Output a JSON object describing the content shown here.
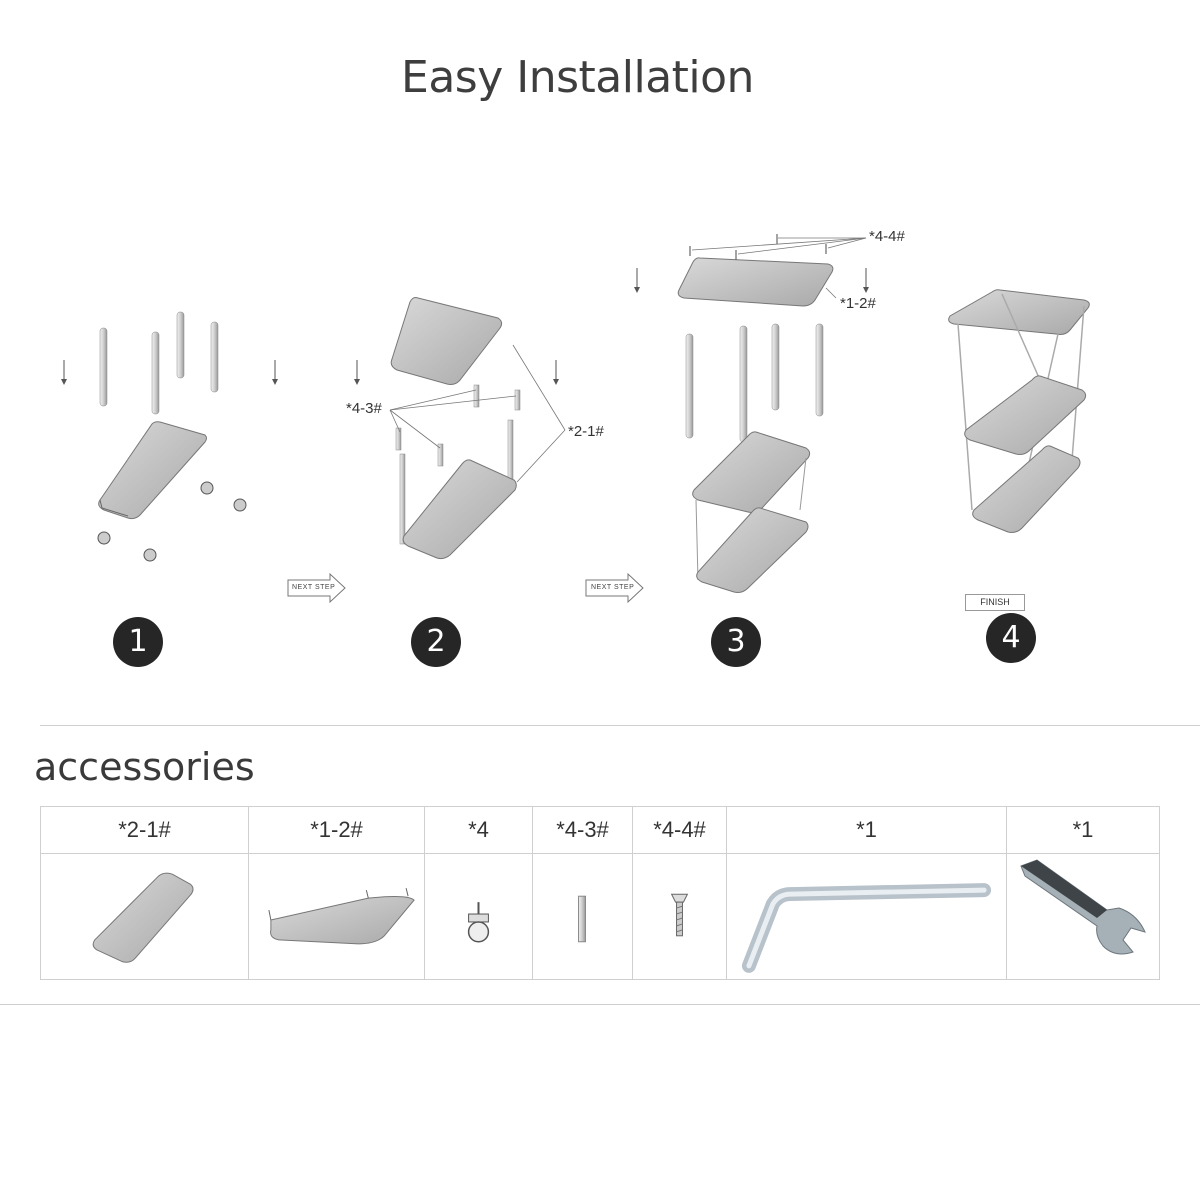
{
  "title": "Easy Installation",
  "steps": [
    {
      "number": "1"
    },
    {
      "number": "2"
    },
    {
      "number": "3"
    },
    {
      "number": "4"
    }
  ],
  "next_step_label": "NEXT STEP",
  "finish_label": "FINISH",
  "callouts": {
    "step2_pins": "*4-3#",
    "step2_shelf": "*2-1#",
    "step3_screws": "*4-4#",
    "step3_top": "*1-2#"
  },
  "accessories": {
    "heading": "accessories",
    "items": [
      {
        "label": "*2-1#",
        "icon": "shelf-icon"
      },
      {
        "label": "*1-2#",
        "icon": "top-shelf-icon"
      },
      {
        "label": "*4",
        "icon": "caster-wheel-icon"
      },
      {
        "label": "*4-3#",
        "icon": "pin-icon"
      },
      {
        "label": "*4-4#",
        "icon": "screw-icon"
      },
      {
        "label": "*1",
        "icon": "hex-key-icon"
      },
      {
        "label": "*1",
        "icon": "wrench-icon"
      }
    ]
  }
}
